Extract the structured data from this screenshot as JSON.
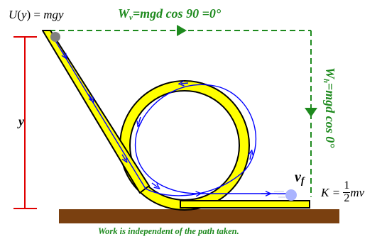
{
  "labels": {
    "potential": {
      "lhs": "U",
      "var": "y",
      "rhs": "mgy"
    },
    "work_vertical": {
      "symbol": "W",
      "sub": "v",
      "expr": "=mgd cos 90 =0°"
    },
    "work_horizontal": {
      "symbol": "W",
      "sub": "h",
      "expr": "=mgd cos 0°"
    },
    "height": "y",
    "final_velocity": {
      "symbol": "v",
      "sub": "f"
    },
    "kinetic": {
      "lhs": "K =",
      "num": "1",
      "den": "2",
      "rhs": "mv"
    },
    "caption": "Work is independent of the path taken."
  },
  "colors": {
    "track": "#ffff00",
    "track_outline": "#000000",
    "path_arrows": "#0000ff",
    "work_path": "#1e8a1e",
    "height_marker": "#e00000",
    "ground": "#7a4010",
    "ball_start": "#808080",
    "ball_end": "#aab4ff"
  }
}
